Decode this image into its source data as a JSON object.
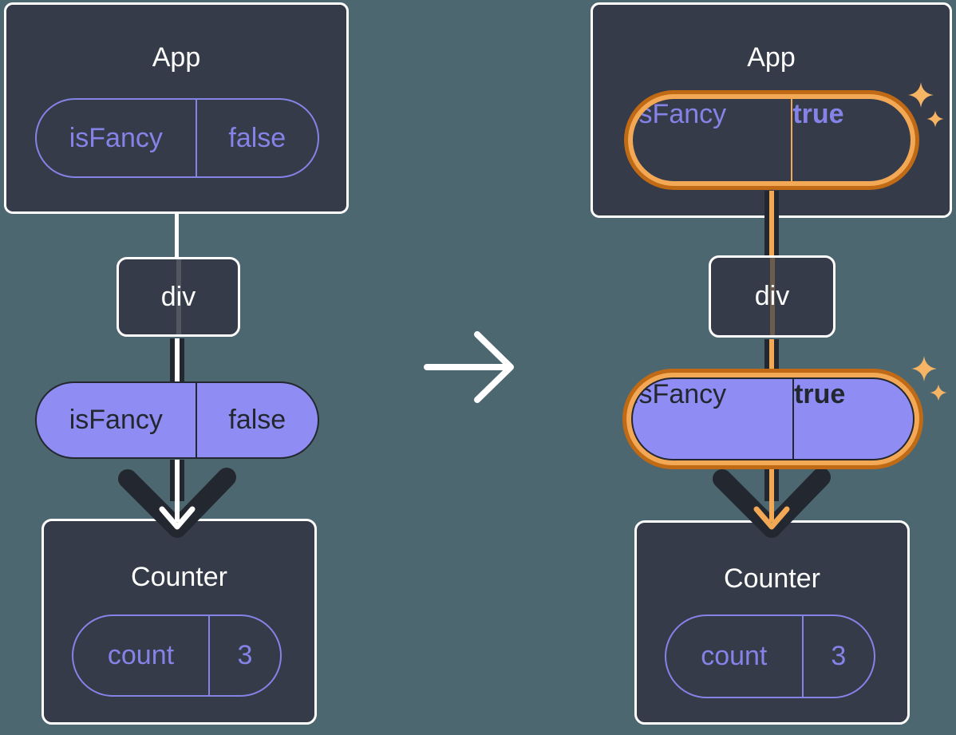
{
  "colors": {
    "background": "#4d6771",
    "card_bg": "#353b48",
    "ink": "#23272f",
    "white": "#ffffff",
    "purple_outline": "#8583e8",
    "purple_fill": "#8f8df3",
    "highlight_orange_dark": "#c06a15",
    "highlight_orange_light": "#f2a854",
    "sparkle": "#f5b564"
  },
  "icons": {
    "transition": "right-arrow-icon",
    "flow": "down-arrow-icon",
    "highlight": "sparkles-icon"
  },
  "before": {
    "app": {
      "title": "App",
      "prop_name": "isFancy",
      "prop_value": "false"
    },
    "div": {
      "label": "div"
    },
    "passed_prop": {
      "name": "isFancy",
      "value": "false"
    },
    "counter": {
      "title": "Counter",
      "state_name": "count",
      "state_value": "3"
    }
  },
  "after": {
    "app": {
      "title": "App",
      "prop_name": "isFancy",
      "prop_value": "true"
    },
    "div": {
      "label": "div"
    },
    "passed_prop": {
      "name": "isFancy",
      "value": "true"
    },
    "counter": {
      "title": "Counter",
      "state_name": "count",
      "state_value": "3"
    }
  }
}
